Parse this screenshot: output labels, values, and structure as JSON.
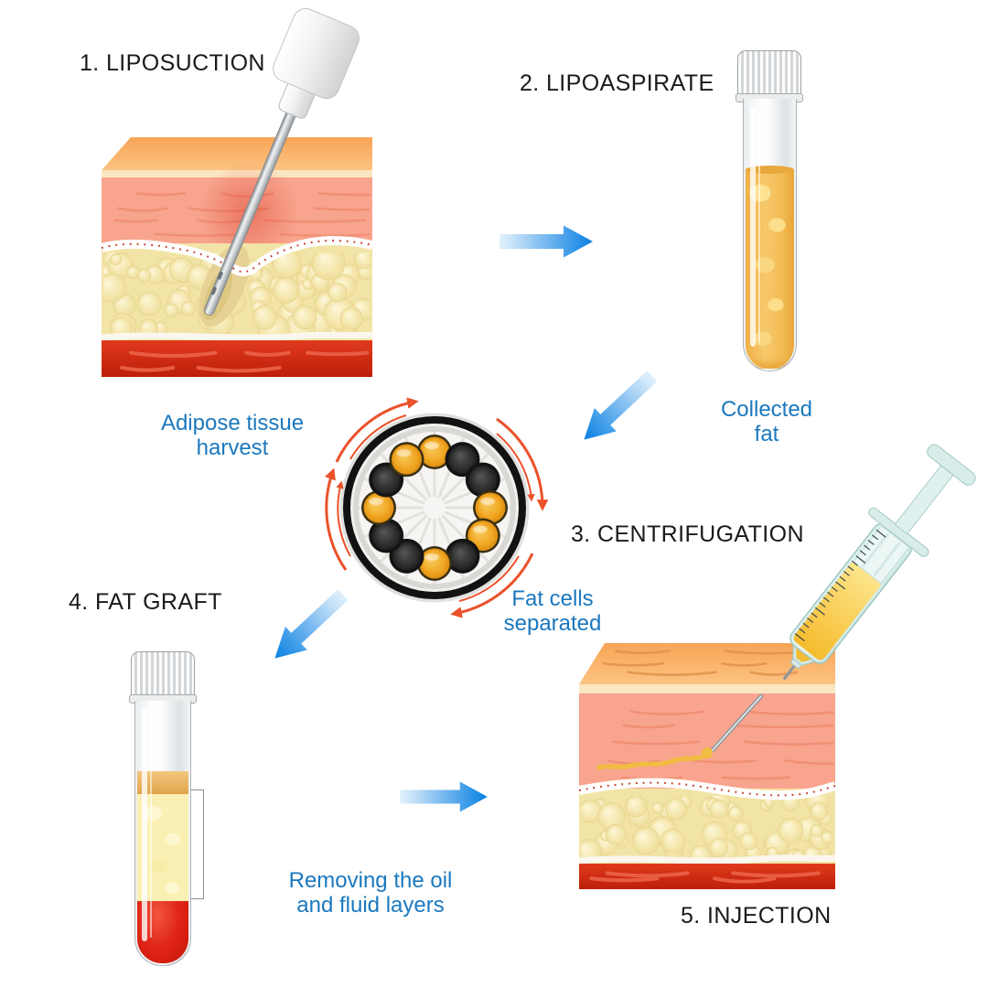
{
  "diagram_subject": "Fat grafting procedure, 5 steps",
  "steps": [
    {
      "number": "1",
      "title": "1. LIPOSUCTION",
      "caption": [
        "Adipose tissue",
        "harvest"
      ]
    },
    {
      "number": "2",
      "title": "2. LIPOASPIRATE",
      "caption": [
        "Collected",
        "fat"
      ]
    },
    {
      "number": "3",
      "title": "3. CENTRIFUGATION",
      "caption": [
        "Fat cells",
        "separated"
      ]
    },
    {
      "number": "4",
      "title": "4. FAT GRAFT",
      "caption": [
        "Removing the oil",
        "and fluid layers"
      ]
    },
    {
      "number": "5",
      "title": "5. INJECTION",
      "caption": []
    }
  ],
  "arrows": [
    {
      "name": "arrow-step1-to-step2",
      "direction": "right"
    },
    {
      "name": "arrow-step2-to-step3",
      "direction": "down-left"
    },
    {
      "name": "arrow-step3-to-step4",
      "direction": "down-left"
    },
    {
      "name": "arrow-step4-to-step5",
      "direction": "right"
    }
  ],
  "centrifuge": {
    "rotation": "clockwise",
    "spoke_count": 16,
    "tubes_clockwise_from_top": [
      "yellow",
      "black",
      "black",
      "yellow",
      "yellow",
      "black",
      "yellow",
      "black",
      "black",
      "yellow",
      "black",
      "yellow"
    ]
  },
  "colors": {
    "label_blue": "#1B78BE",
    "title_black": "#1A1A1A",
    "arrow_blue": "#1386E3",
    "rotation_arrow_orange": "#EB512A",
    "epidermis_orange": "#F8A455",
    "dermis_pink": "#F8A48E",
    "fat_yellow": "#F2E4A6",
    "muscle_red": "#C9290F",
    "lipoaspirate_orange": "#F2BC55",
    "oil_layer_tan": "#E8B465",
    "fat_layer_pale": "#FAF0B4",
    "blood_red": "#E02617",
    "rotor_tube_yellow": "#F0A51F",
    "rotor_tube_black": "#2B2B2B"
  }
}
